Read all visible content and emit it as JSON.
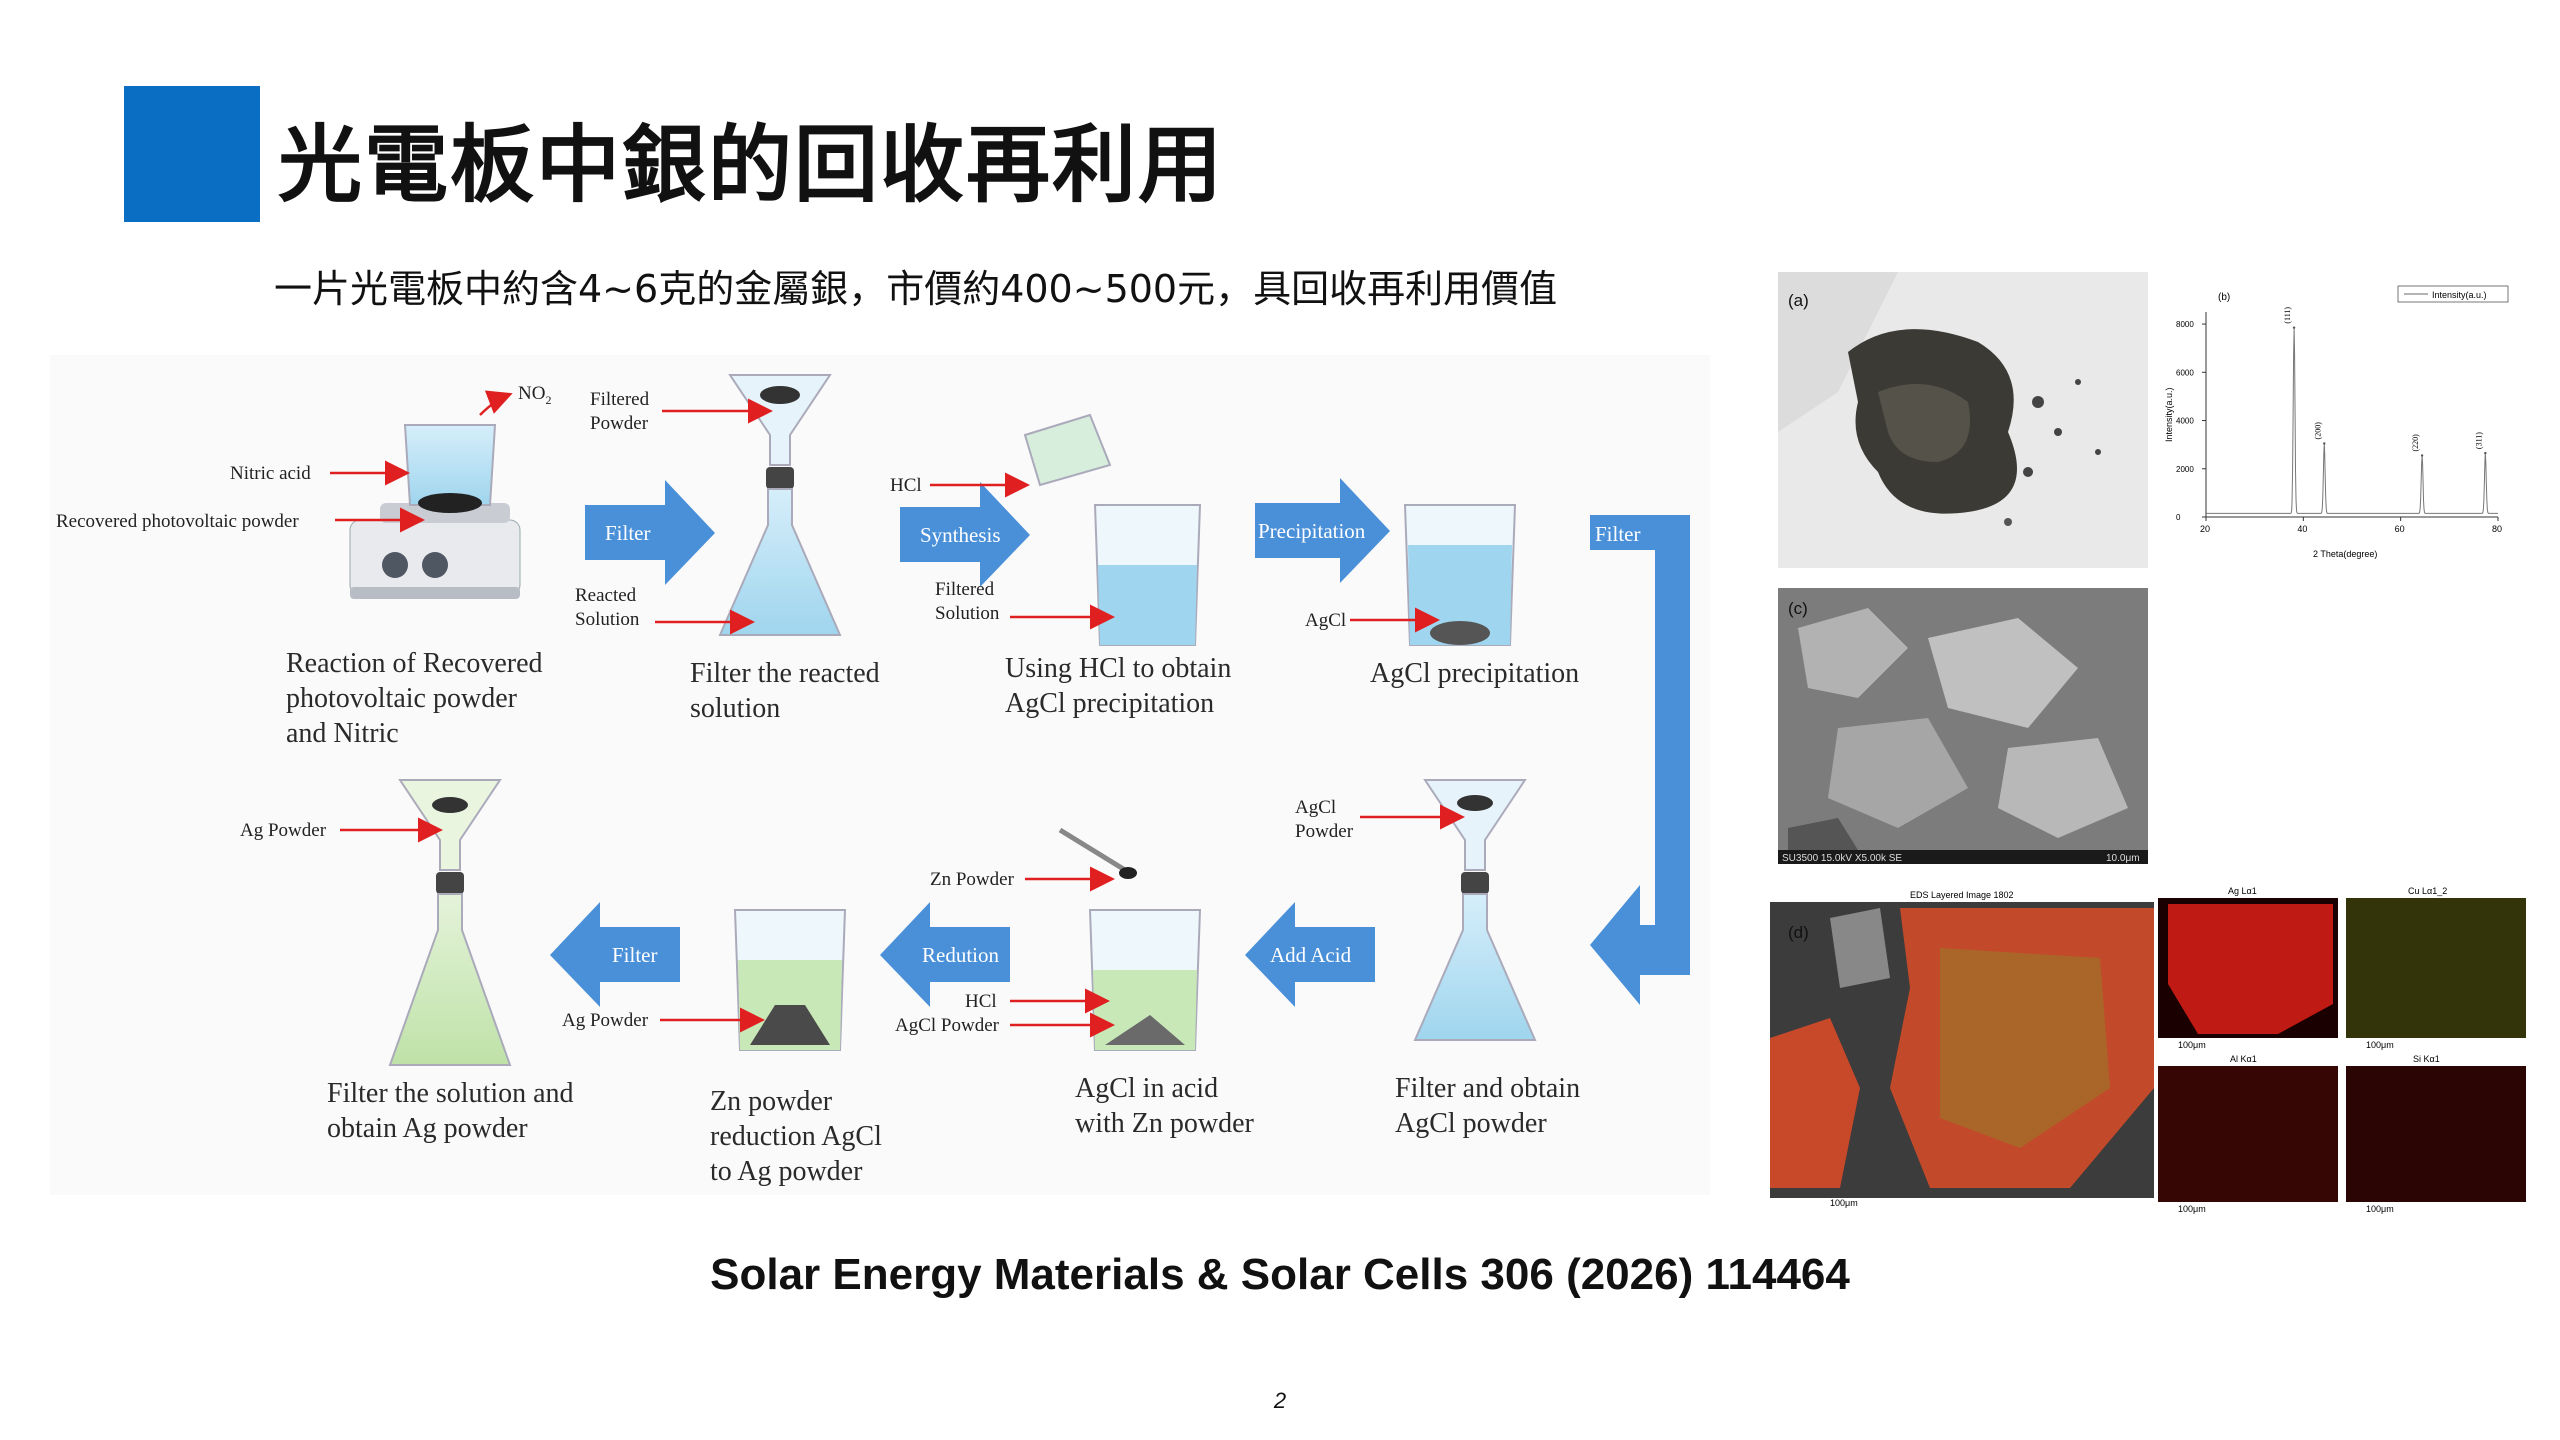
{
  "header": {
    "title": "光電板中銀的回收再利用",
    "subtitle": "一片光電板中約含4~6克的金屬銀，市價約400~500元，具回收再利用價值"
  },
  "flow": {
    "step1": {
      "caption": [
        "Reaction of Recovered",
        "photovoltaic powder",
        "and Nitric"
      ],
      "labels": {
        "nitric": "Nitric acid",
        "powder": "Recovered photovoltaic powder",
        "no2": "NO",
        "no2_sub": "2"
      }
    },
    "arrow1": "Filter",
    "step2": {
      "caption": [
        "Filter the reacted",
        "solution"
      ],
      "labels": {
        "filtered1": "Filtered",
        "filtered2": "Powder",
        "reacted1": "Reacted",
        "reacted2": "Solution"
      }
    },
    "arrow2": "Synthesis",
    "step3": {
      "caption": [
        "Using HCl to obtain",
        "AgCl precipitation"
      ],
      "labels": {
        "hcl": "HCl",
        "fs1": "Filtered",
        "fs2": "Solution"
      }
    },
    "arrow3": "Precipitation",
    "step4": {
      "caption": [
        "AgCl precipitation"
      ],
      "labels": {
        "agcl": "AgCl"
      }
    },
    "arrow4": "Filter",
    "step5": {
      "caption": [
        "Filter and obtain",
        "AgCl powder"
      ],
      "labels": {
        "p1": "AgCl",
        "p2": "Powder"
      }
    },
    "arrow5": "Add Acid",
    "step6": {
      "caption": [
        "AgCl in acid",
        "with Zn powder"
      ],
      "labels": {
        "zn": "Zn Powder",
        "hcl": "HCl",
        "agcl": "AgCl Powder"
      }
    },
    "arrow6": "Redution",
    "step7": {
      "caption": [
        "Zn powder",
        "reduction AgCl",
        "to Ag powder"
      ],
      "labels": {
        "ag": "Ag Powder"
      }
    },
    "arrow7": "Filter",
    "step8": {
      "caption": [
        "Filter the solution and",
        "obtain Ag powder"
      ],
      "labels": {
        "ag": "Ag Powder"
      }
    }
  },
  "panels": {
    "a_label": "(a)",
    "b_label": "(b)",
    "c_label": "(c)",
    "d_label": "(d)",
    "sem_info": "SU3500 15.0kV X5.00k SE",
    "sem_scale": "10.0μm",
    "eds_title": "EDS Layered Image 1802",
    "map_titles": [
      "Ag Lα1",
      "Cu Lα1_2",
      "Al Kα1",
      "Si Kα1"
    ],
    "scale_100": "100μm"
  },
  "chart_data": {
    "type": "line",
    "title": "",
    "xlabel": "2 Theta(degree)",
    "ylabel": "Intensity(a.u.)",
    "legend": "Intensity(a.u.)",
    "xlim": [
      20,
      80
    ],
    "ylim": [
      0,
      8500
    ],
    "x_ticks": [
      20,
      40,
      60,
      80
    ],
    "y_ticks": [
      0,
      2000,
      4000,
      6000,
      8000
    ],
    "peaks": [
      {
        "x": 38.1,
        "y": 7700,
        "label": "(111)"
      },
      {
        "x": 44.3,
        "y": 2900,
        "label": "(200)"
      },
      {
        "x": 64.4,
        "y": 2400,
        "label": "(220)"
      },
      {
        "x": 77.4,
        "y": 2500,
        "label": "(311)"
      }
    ],
    "baseline": 150
  },
  "citation": "Solar Energy Materials & Solar Cells 306 (2026) 114464",
  "page_number": "2",
  "colors": {
    "accent": "#0a6fc2",
    "arrow": "#4a90d9",
    "liquid_blue": "#a9dcf2",
    "liquid_green": "#c9e8b8",
    "red": "#e02020"
  }
}
